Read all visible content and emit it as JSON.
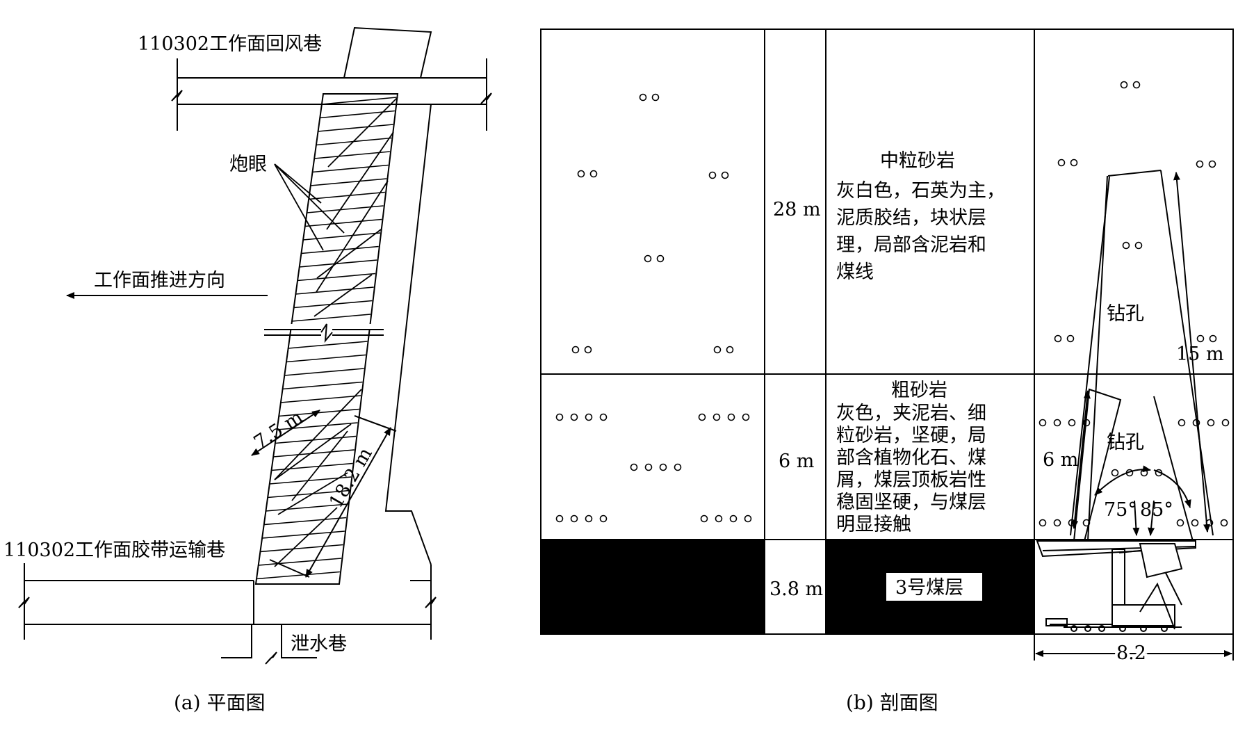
{
  "plan": {
    "label_return_airway": "110302工作面回风巷",
    "label_blast_holes": "炮眼",
    "label_advance_direction": "工作面推进方向",
    "label_dim_1": "7.5 m",
    "label_dim_2": "18.2 m",
    "label_belt_roadway": "110302工作面胶带运输巷",
    "label_drain_roadway": "泄水巷",
    "caption": "(a) 平面图"
  },
  "section": {
    "layers": [
      {
        "thickness": "28 m",
        "name": "中粒砂岩",
        "description": [
          "灰白色，石英为主，",
          "泥质胶结，块状层",
          "理，局部含泥岩和",
          "煤线"
        ]
      },
      {
        "thickness": "6 m",
        "name": "粗砂岩",
        "description": [
          "灰色，夹泥岩、细",
          "粒砂岩，坚硬，局",
          "部含植物化石、煤",
          "屑，煤层顶板岩性",
          "稳固坚硬，与煤层",
          "明显接触"
        ]
      },
      {
        "thickness": "3.8 m",
        "name": "3号煤层",
        "description": []
      }
    ],
    "label_borehole_upper": "钻孔",
    "label_borehole_lower": "钻孔",
    "label_15m": "15 m",
    "label_6m": "6 m",
    "label_angle_75": "75°",
    "label_angle_85": "85°",
    "label_width": "8.2",
    "caption": "(b) 剖面图"
  }
}
